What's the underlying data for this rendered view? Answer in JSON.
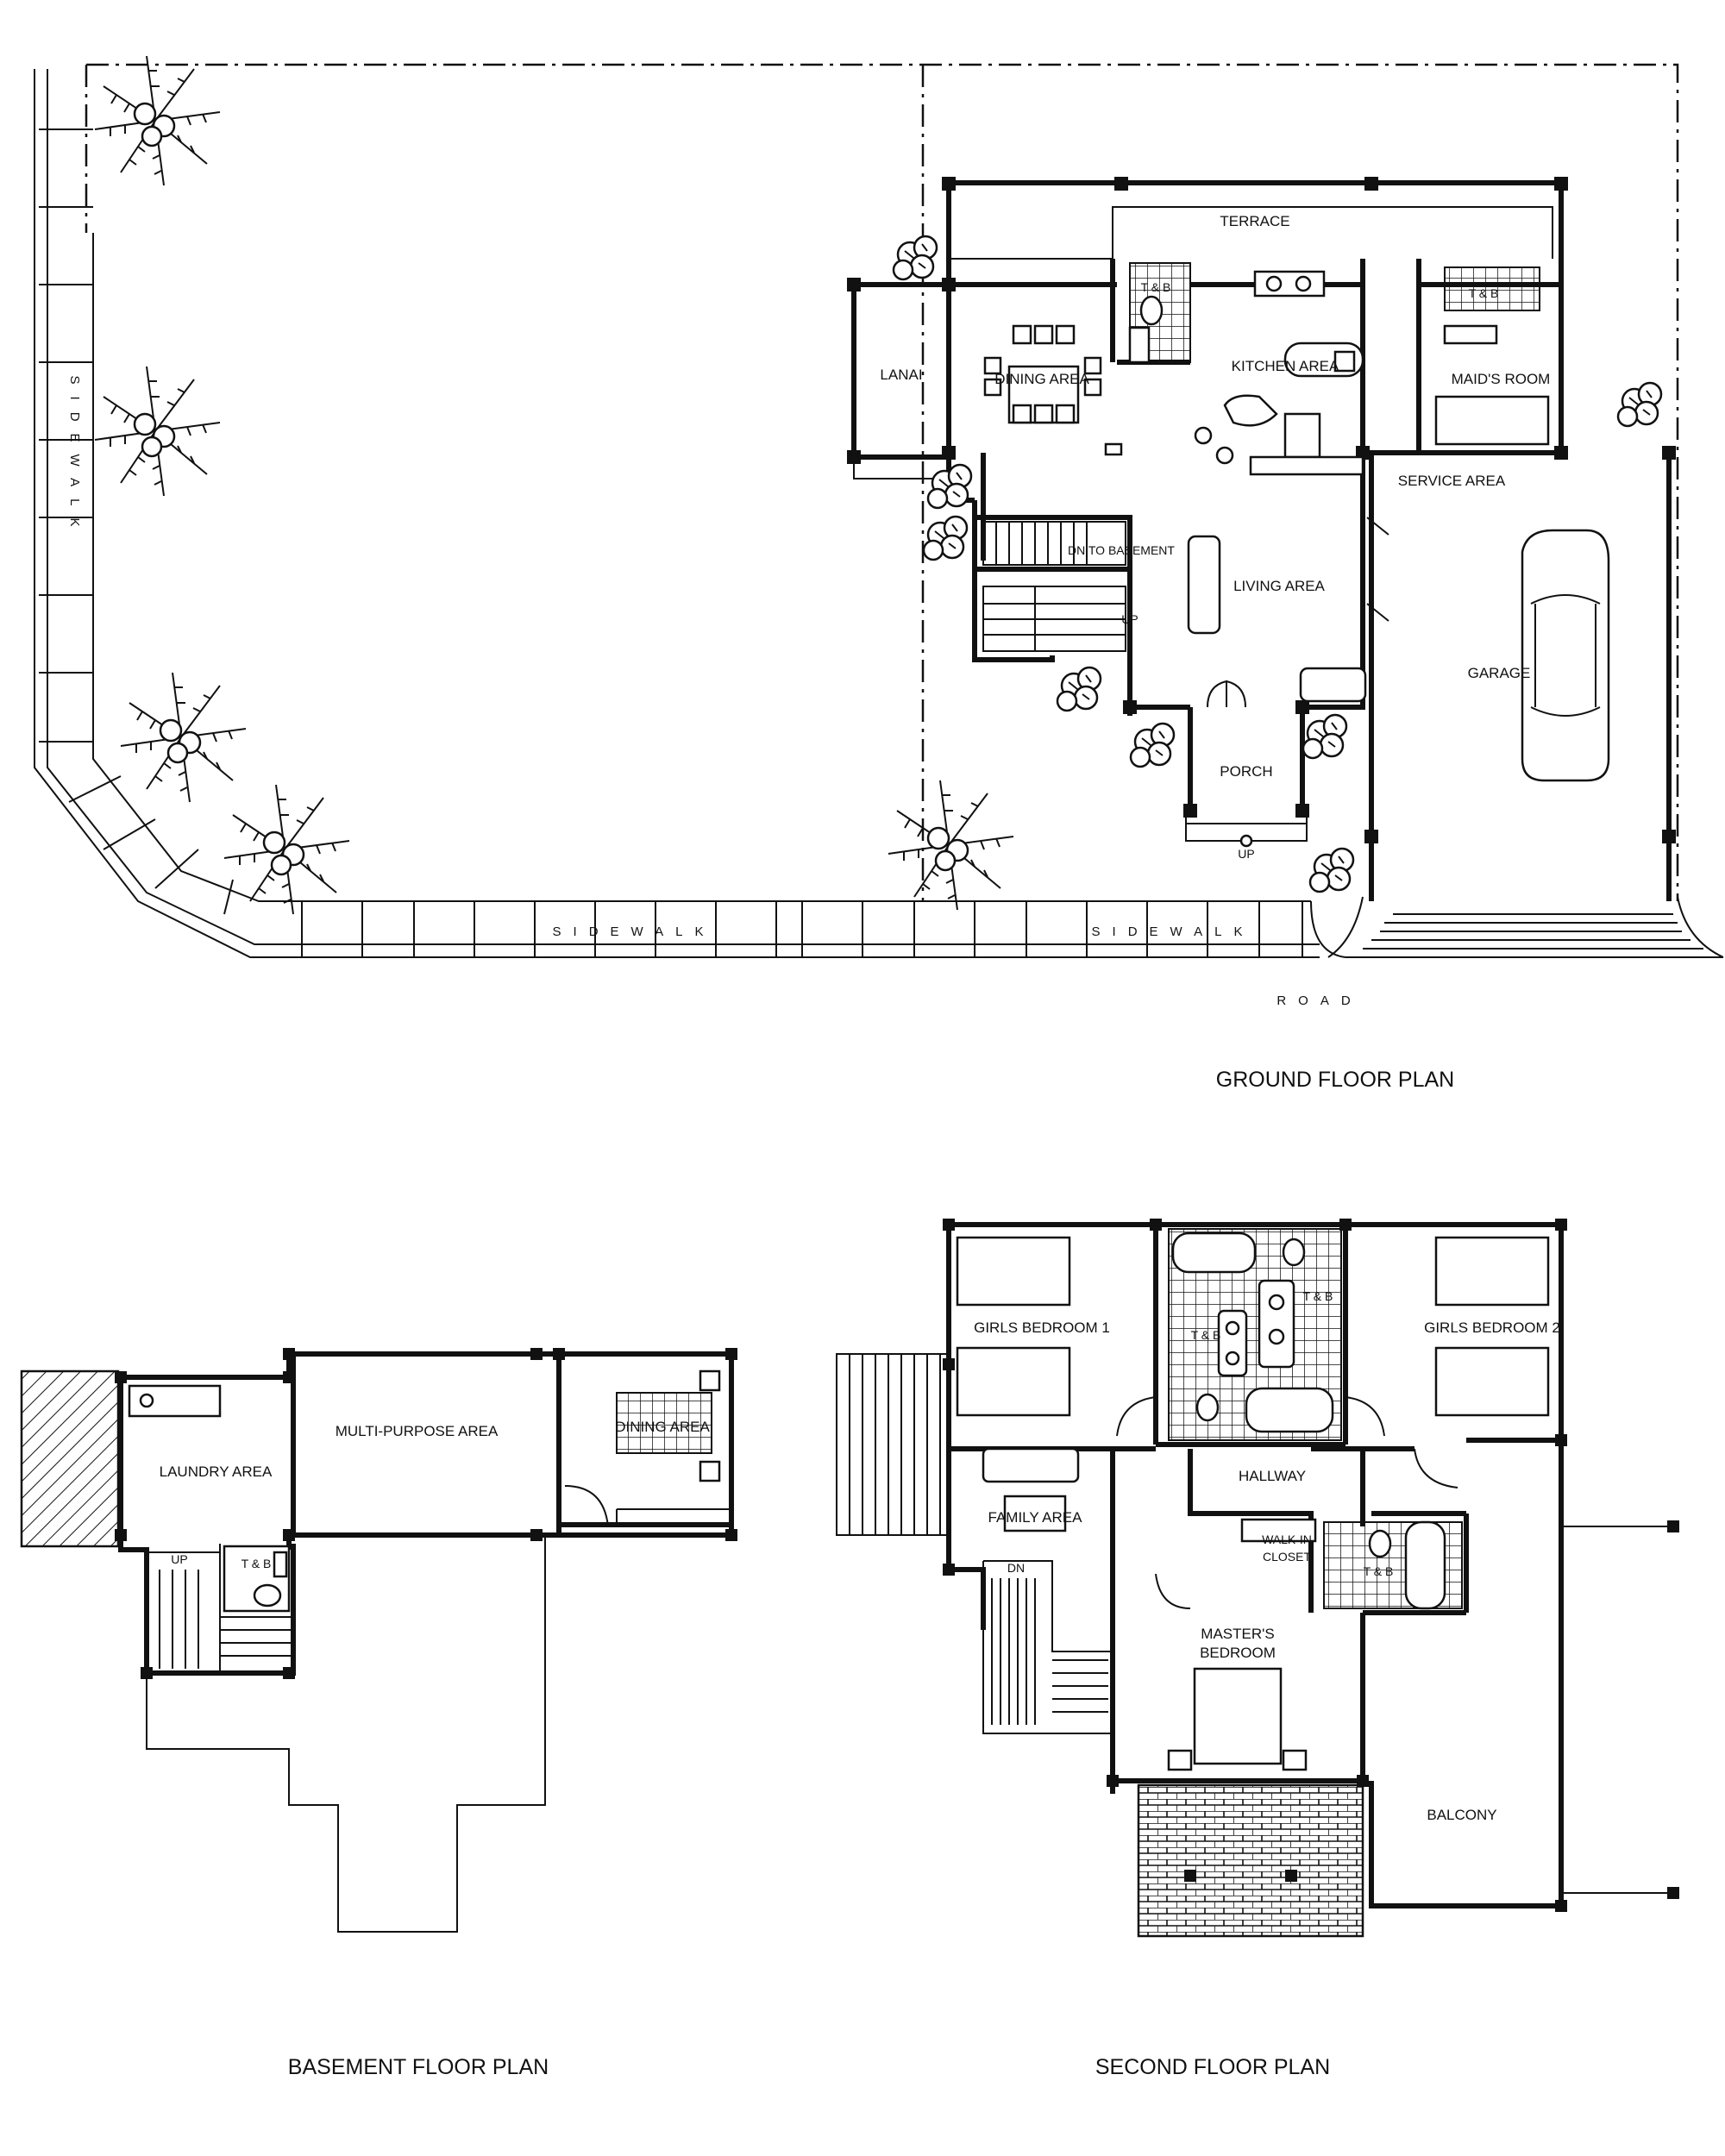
{
  "ground_floor": {
    "title": "GROUND FLOOR PLAN",
    "rooms": {
      "terrace": "TERRACE",
      "lanai": "LANAI",
      "dining": "DINING AREA",
      "kitchen": "KITCHEN AREA",
      "maids_room": "MAID'S ROOM",
      "toilet_bath_left": "T & B",
      "toilet_bath_right": "T & B",
      "service_area": "SERVICE AREA",
      "living": "LIVING AREA",
      "garage": "GARAGE",
      "porch": "PORCH"
    },
    "stair_down_note": "DN TO BASEMENT",
    "stair_up_note": "UP",
    "porch_up_note": "UP",
    "sidewalk_side": "SIDEWALK",
    "sidewalk_front_1": "SIDEWALK",
    "sidewalk_front_2": "SIDEWALK",
    "road": "ROAD"
  },
  "basement_floor": {
    "title": "BASEMENT FLOOR PLAN",
    "rooms": {
      "laundry": "LAUNDRY AREA",
      "multi_purpose": "MULTI-PURPOSE AREA",
      "dining": "DINING AREA",
      "toilet_bath": "T & B"
    },
    "stair_up_note": "UP"
  },
  "second_floor": {
    "title": "SECOND FLOOR PLAN",
    "rooms": {
      "girls_bedroom_1": "GIRLS BEDROOM 1",
      "girls_bedroom_2": "GIRLS BEDROOM 2",
      "toilet_bath_1": "T & B",
      "toilet_bath_2": "T & B",
      "hallway": "HALLWAY",
      "family": "FAMILY AREA",
      "walk_in_closet_1": "WALK-IN",
      "walk_in_closet_2": "CLOSET",
      "toilet_bath_3": "T & B",
      "masters_bedroom_1": "MASTER'S",
      "masters_bedroom_2": "BEDROOM",
      "balcony": "BALCONY"
    },
    "stair_down_note": "DN"
  }
}
